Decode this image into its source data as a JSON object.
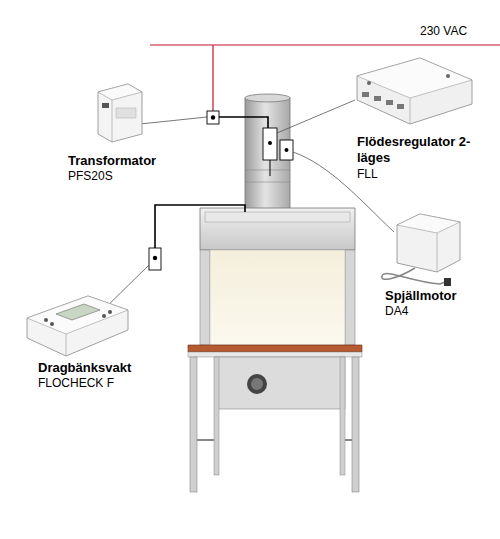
{
  "diagram": {
    "nodes": [
      {
        "text": [
          "Transformator",
          "PFS20S"
        ]
      },
      {
        "text": [
          "Flödesregulator 2-läges",
          "FLL"
        ]
      },
      {
        "text": [
          "Spjällmotor",
          "DA4"
        ]
      },
      {
        "text": [
          "Dragbänksvakt",
          "FLOCHECK F"
        ]
      }
    ],
    "labels": [
      "230 VAC"
    ]
  }
}
